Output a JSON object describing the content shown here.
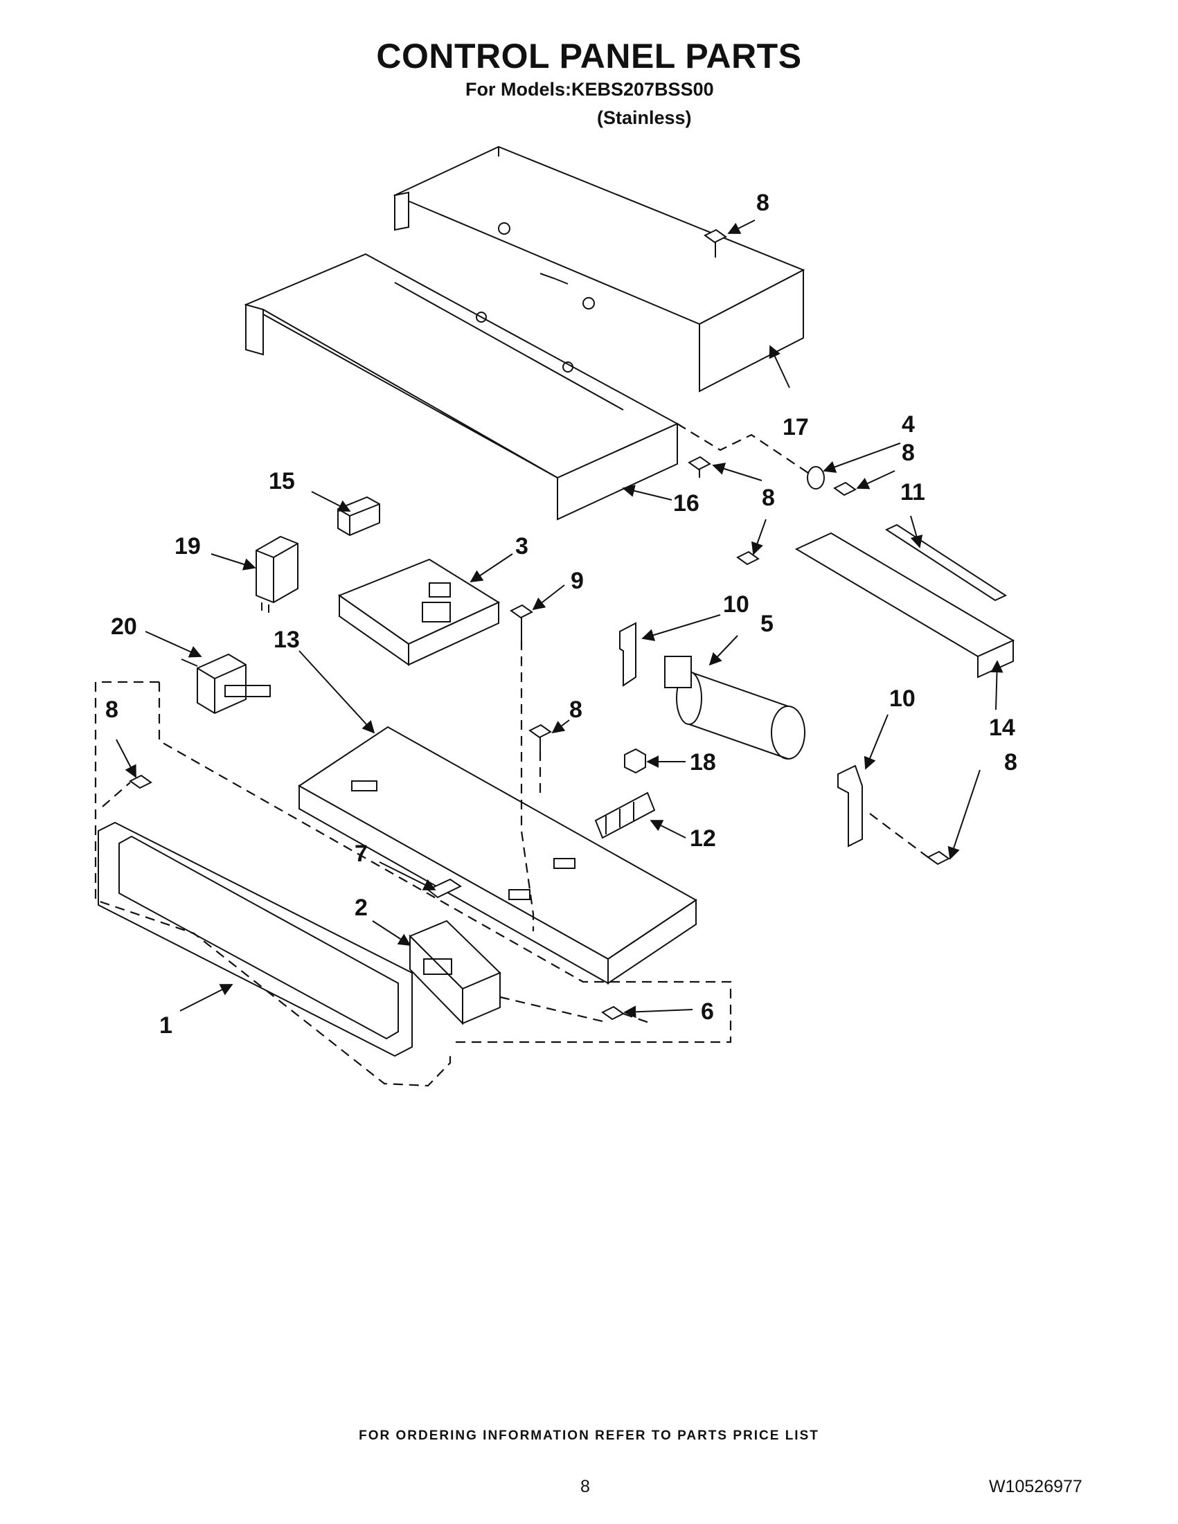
{
  "page": {
    "title": "CONTROL PANEL PARTS",
    "subtitle": "For Models:KEBS207BSS00",
    "variant": "(Stainless)",
    "footer_note": "FOR ORDERING INFORMATION REFER TO PARTS PRICE LIST",
    "page_number": "8",
    "document_number": "W10526977"
  },
  "callouts": [
    "1",
    "2",
    "3",
    "4",
    "5",
    "6",
    "7",
    "8",
    "8",
    "8",
    "8",
    "8",
    "8",
    "9",
    "10",
    "10",
    "11",
    "12",
    "13",
    "14",
    "15",
    "16",
    "17",
    "18",
    "19",
    "20"
  ]
}
